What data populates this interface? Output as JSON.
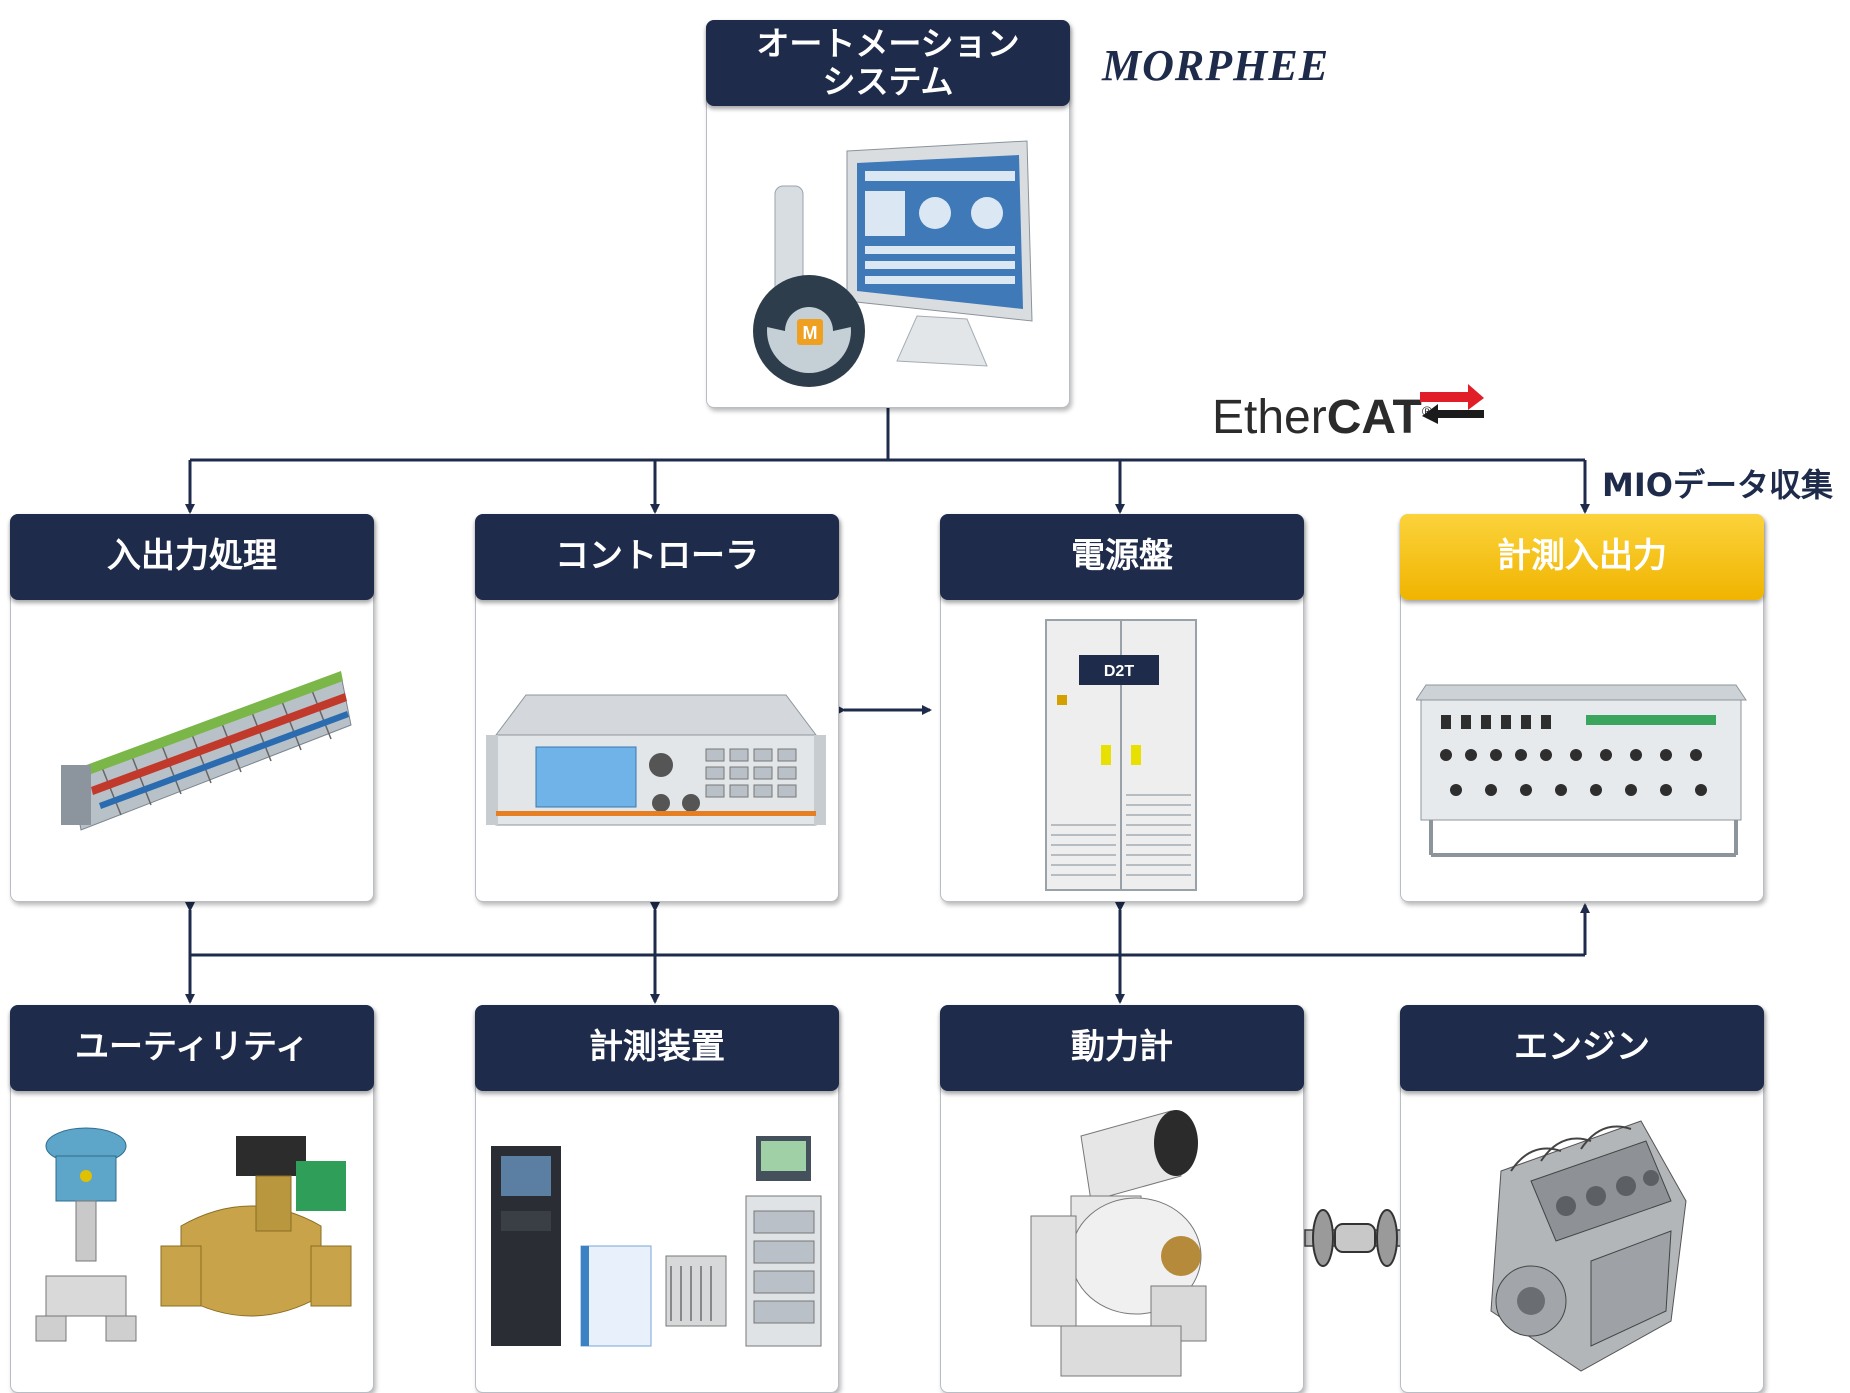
{
  "automation": {
    "title": "オートメーションシステム",
    "title_lines": [
      "オートメーション",
      "システム"
    ],
    "brand": "MORPHEE"
  },
  "bus": {
    "label_light": "Ether",
    "label_bold": "CAT",
    "registered": "®",
    "mio_label": "MIOデータ収集"
  },
  "row1": [
    {
      "id": "io",
      "label": "入出力処理"
    },
    {
      "id": "controller",
      "label": "コントローラ"
    },
    {
      "id": "power",
      "label": "電源盤",
      "brand_text": "D2T"
    },
    {
      "id": "mio",
      "label": "計測入出力",
      "highlight": true
    }
  ],
  "row2": [
    {
      "id": "utility",
      "label": "ユーティリティ"
    },
    {
      "id": "measure",
      "label": "計測装置"
    },
    {
      "id": "dyno",
      "label": "動力計"
    },
    {
      "id": "engine",
      "label": "エンジン"
    }
  ],
  "colors": {
    "header": "#1e2b4a",
    "highlight": "#f5c000",
    "wire": "#1e2b4a"
  }
}
